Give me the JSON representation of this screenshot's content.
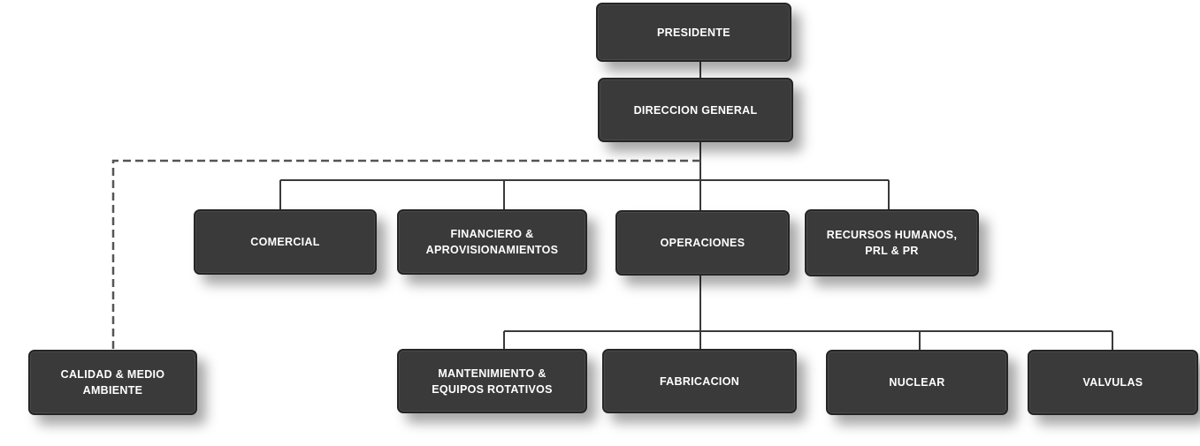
{
  "colors": {
    "node_fill": "#3a3a3a",
    "node_text": "#ffffff",
    "line": "#3a3a3a"
  },
  "nodes": {
    "presidente": "PRESIDENTE",
    "direccion_general": "DIRECCION GENERAL",
    "comercial": "COMERCIAL",
    "financiero": "FINANCIERO &\nAPROVISIONAMIENTOS",
    "operaciones": "OPERACIONES",
    "recursos_humanos": "RECURSOS HUMANOS,\nPRL & PR",
    "calidad": "CALIDAD & MEDIO\nAMBIENTE",
    "mantenimiento": "MANTENIMIENTO &\nEQUIPOS ROTATIVOS",
    "fabricacion": "FABRICACION",
    "nuclear": "NUCLEAR",
    "valvulas": "VALVULAS"
  }
}
